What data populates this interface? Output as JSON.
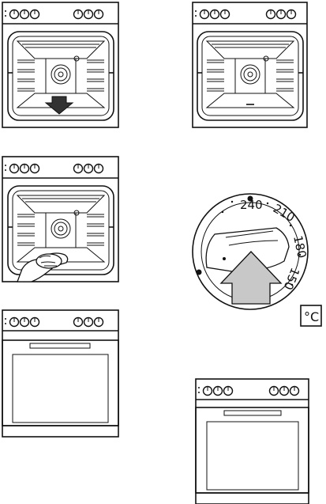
{
  "dial": {
    "temps": [
      "240",
      "210",
      "180",
      "150"
    ]
  },
  "icon": {
    "symbol": "°C"
  },
  "colors": {
    "stroke": "#111111",
    "arrow_fill": "#c8c8c8",
    "floor_fill": "#e0e0e0"
  }
}
